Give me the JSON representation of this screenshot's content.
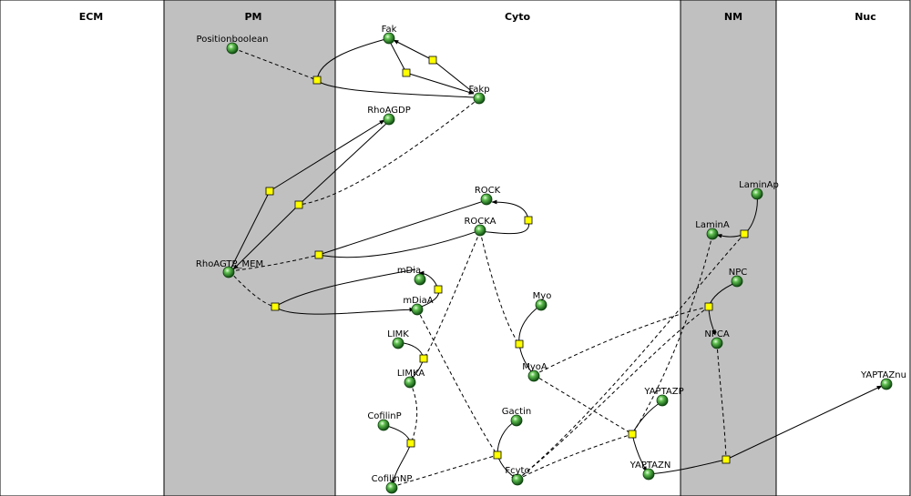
{
  "compartments": [
    {
      "id": "ecm",
      "label": "ECM",
      "shaded": false
    },
    {
      "id": "pm",
      "label": "PM",
      "shaded": true
    },
    {
      "id": "cyto",
      "label": "Cyto",
      "shaded": false
    },
    {
      "id": "nm",
      "label": "NM",
      "shaded": true
    },
    {
      "id": "nuc",
      "label": "Nuc",
      "shaded": false
    }
  ],
  "species": [
    {
      "id": "positionboolean",
      "label": "Positionboolean"
    },
    {
      "id": "fak",
      "label": "Fak"
    },
    {
      "id": "fakp",
      "label": "Fakp"
    },
    {
      "id": "rhoagdp",
      "label": "RhoAGDP"
    },
    {
      "id": "rhoagtp",
      "label": "RhoAGTP_MEM"
    },
    {
      "id": "rock",
      "label": "ROCK"
    },
    {
      "id": "rocka",
      "label": "ROCKA"
    },
    {
      "id": "mdia",
      "label": "mDia"
    },
    {
      "id": "mdiaa",
      "label": "mDiaA"
    },
    {
      "id": "limk",
      "label": "LIMK"
    },
    {
      "id": "limka",
      "label": "LIMKA"
    },
    {
      "id": "cofilinp",
      "label": "CofilinP"
    },
    {
      "id": "cofilinnp",
      "label": "CofilinNP"
    },
    {
      "id": "myo",
      "label": "Myo"
    },
    {
      "id": "myoa",
      "label": "MyoA"
    },
    {
      "id": "gactin",
      "label": "Gactin"
    },
    {
      "id": "fcyto",
      "label": "Fcyto"
    },
    {
      "id": "laminap",
      "label": "LaminAp"
    },
    {
      "id": "lamina",
      "label": "LaminA"
    },
    {
      "id": "npc",
      "label": "NPC"
    },
    {
      "id": "npca",
      "label": "NPCA"
    },
    {
      "id": "yaptazp",
      "label": "YAPTAZP"
    },
    {
      "id": "yaptazn",
      "label": "YAPTAZN"
    },
    {
      "id": "yaptaznuc",
      "label": "YAPTAZnu"
    }
  ],
  "colors": {
    "membrane_fill": "#c0c0c0",
    "node_color": "#2e8b2e",
    "reaction_fill": "#ffff00",
    "line_color": "#000000"
  }
}
